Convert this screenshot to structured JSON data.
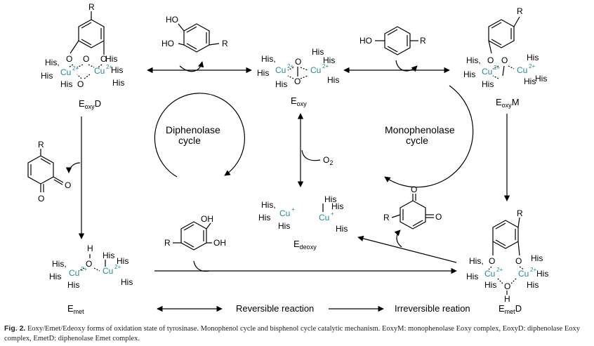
{
  "complexes": {
    "eoxyd": "EoxyD",
    "eoxy": "Eoxy",
    "eoxym": "EoxyM",
    "emet": "Emet",
    "edeoxy": "Edeoxy",
    "emetd": "EmetD"
  },
  "labels": {
    "eoxyd": {
      "main": "E",
      "sub": "oxy",
      "tail": "D"
    },
    "eoxy": {
      "main": "E",
      "sub": "oxy",
      "tail": ""
    },
    "eoxym": {
      "main": "E",
      "sub": "oxy",
      "tail": "M"
    },
    "emet": {
      "main": "E",
      "sub": "met",
      "tail": ""
    },
    "edeoxy": {
      "main": "E",
      "sub": "deoxy",
      "tail": ""
    },
    "emetd": {
      "main": "E",
      "sub": "met",
      "tail": "D"
    }
  },
  "cycles": {
    "diphenolase_line1": "Diphenolase",
    "diphenolase_line2": "cycle",
    "monophenolase_line1": "Monophenolase",
    "monophenolase_line2": "cycle"
  },
  "chem": {
    "his": "His",
    "his_comma": "His,",
    "cu": "Cu",
    "cu2": "2+",
    "cu1": "+",
    "o": "O",
    "h": "H",
    "r": "R",
    "ho": "HO",
    "oh": "OH",
    "o2": "O",
    "o2_sub": "2"
  },
  "legend": {
    "reversible": "Reversible reaction",
    "irreversible": "Irreversible reation"
  },
  "caption": {
    "fig": "Fig. 2.",
    "text": "Eoxy/Emet/Edeoxy forms of oxidation state of tyrosinase. Monophenol cycle and bisphenol cycle catalytic mechanism. EoxyM: monophenolase Eoxy complex, EoxyD: diphenolase Eoxy complex, EmetD: diphenolase Emet complex."
  }
}
